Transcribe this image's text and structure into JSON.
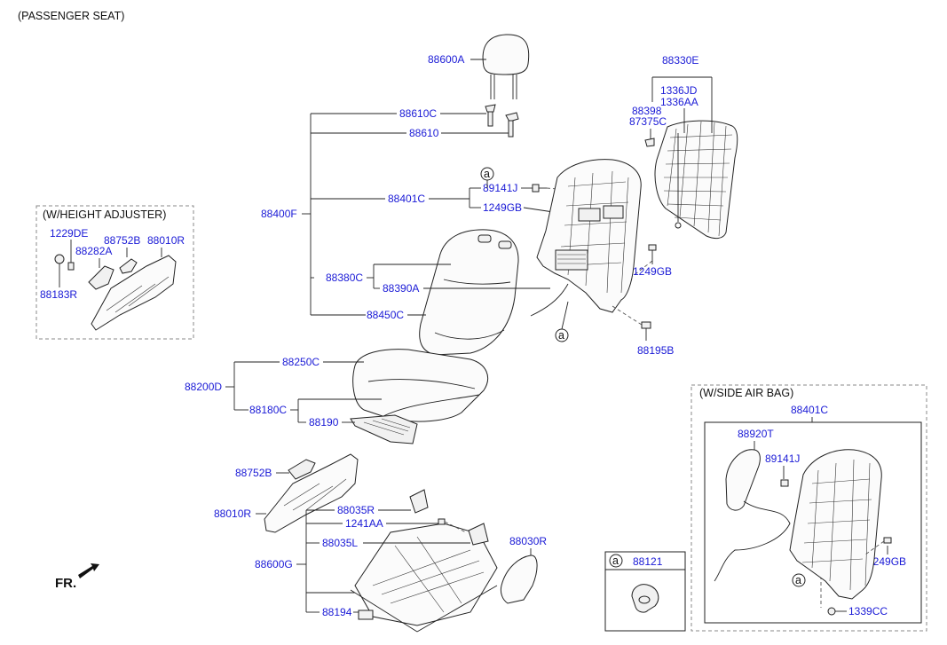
{
  "title": "(PASSENGER SEAT)",
  "fr_label": "FR.",
  "callout_marker": "a",
  "insets": {
    "height_adjuster": "(W/HEIGHT ADJUSTER)",
    "side_air_bag": "(W/SIDE AIR BAG)"
  },
  "legend": {
    "marker": "a",
    "part": "88121"
  },
  "labels": {
    "p88600A": "88600A",
    "p88610C": "88610C",
    "p88610": "88610",
    "p88400F": "88400F",
    "p88401C": "88401C",
    "p89141J": "89141J",
    "p1249GB": "1249GB",
    "p88380C": "88380C",
    "p88390A": "88390A",
    "p88450C": "88450C",
    "p88330E": "88330E",
    "p1336JD": "1336JD",
    "p1336AA": "1336AA",
    "p88398": "88398",
    "p87375C": "87375C",
    "p1249GB_b": "1249GB",
    "p88195B": "88195B",
    "p88200D": "88200D",
    "p88250C": "88250C",
    "p88180C": "88180C",
    "p88190": "88190",
    "p88752B": "88752B",
    "p88010R": "88010R",
    "p88600G": "88600G",
    "p88035R": "88035R",
    "p1241AA": "1241AA",
    "p88035L": "88035L",
    "p88030R": "88030R",
    "p88194": "88194",
    "h1229DE": "1229DE",
    "h88752B": "88752B",
    "h88010R": "88010R",
    "h88282A": "88282A",
    "h88183R": "88183R",
    "s88401C": "88401C",
    "s88920T": "88920T",
    "s89141J": "89141J",
    "s1249GB": "1249GB",
    "s1339CC": "1339CC"
  }
}
